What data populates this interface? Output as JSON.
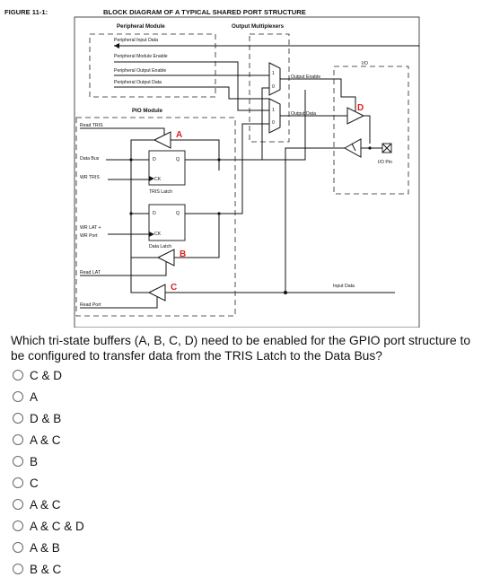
{
  "figure": {
    "id": "FIGURE 11-1:",
    "title": "BLOCK DIAGRAM OF A TYPICAL SHARED PORT STRUCTURE",
    "labels": {
      "peripheral_module": "Peripheral Module",
      "output_multiplexers": "Output Multiplexers",
      "peripheral_input_data": "Peripheral Input Data",
      "peripheral_module_enable": "Peripheral Module Enable",
      "peripheral_output_enable": "Peripheral Output Enable",
      "peripheral_output_data": "Peripheral Output Data",
      "io": "I/O",
      "output_enable": "Output Enable",
      "output_data": "Output Data",
      "pio_module": "PIO Module",
      "read_tris": "Read TRIS",
      "data_bus": "Data Bus",
      "wr_tris": "WR TRIS",
      "wr_lat": "WR LAT +",
      "wr_port": "WR Port",
      "read_lat": "Read LAT",
      "read_port": "Read Port",
      "tris_latch": "TRIS Latch",
      "data_latch": "Data Latch",
      "io_pin": "I/O Pin",
      "input_data": "Input Data",
      "d": "D",
      "q": "Q",
      "ck": "CK",
      "mux_1": "1",
      "mux_0": "0",
      "buffer_a": "A",
      "buffer_b": "B",
      "buffer_c": "C",
      "buffer_d": "D"
    },
    "accent_color": "#e02020"
  },
  "question": {
    "text": "Which tri-state buffers (A, B, C, D) need to be enabled for the GPIO port structure to be configured to transfer data from the TRIS Latch to the Data Bus?"
  },
  "options": [
    {
      "label": "C & D"
    },
    {
      "label": "A"
    },
    {
      "label": "D & B"
    },
    {
      "label": "A & C"
    },
    {
      "label": "B"
    },
    {
      "label": "C"
    },
    {
      "label": "A & C"
    },
    {
      "label": "A & C & D"
    },
    {
      "label": "A & B"
    },
    {
      "label": "B & C"
    }
  ]
}
